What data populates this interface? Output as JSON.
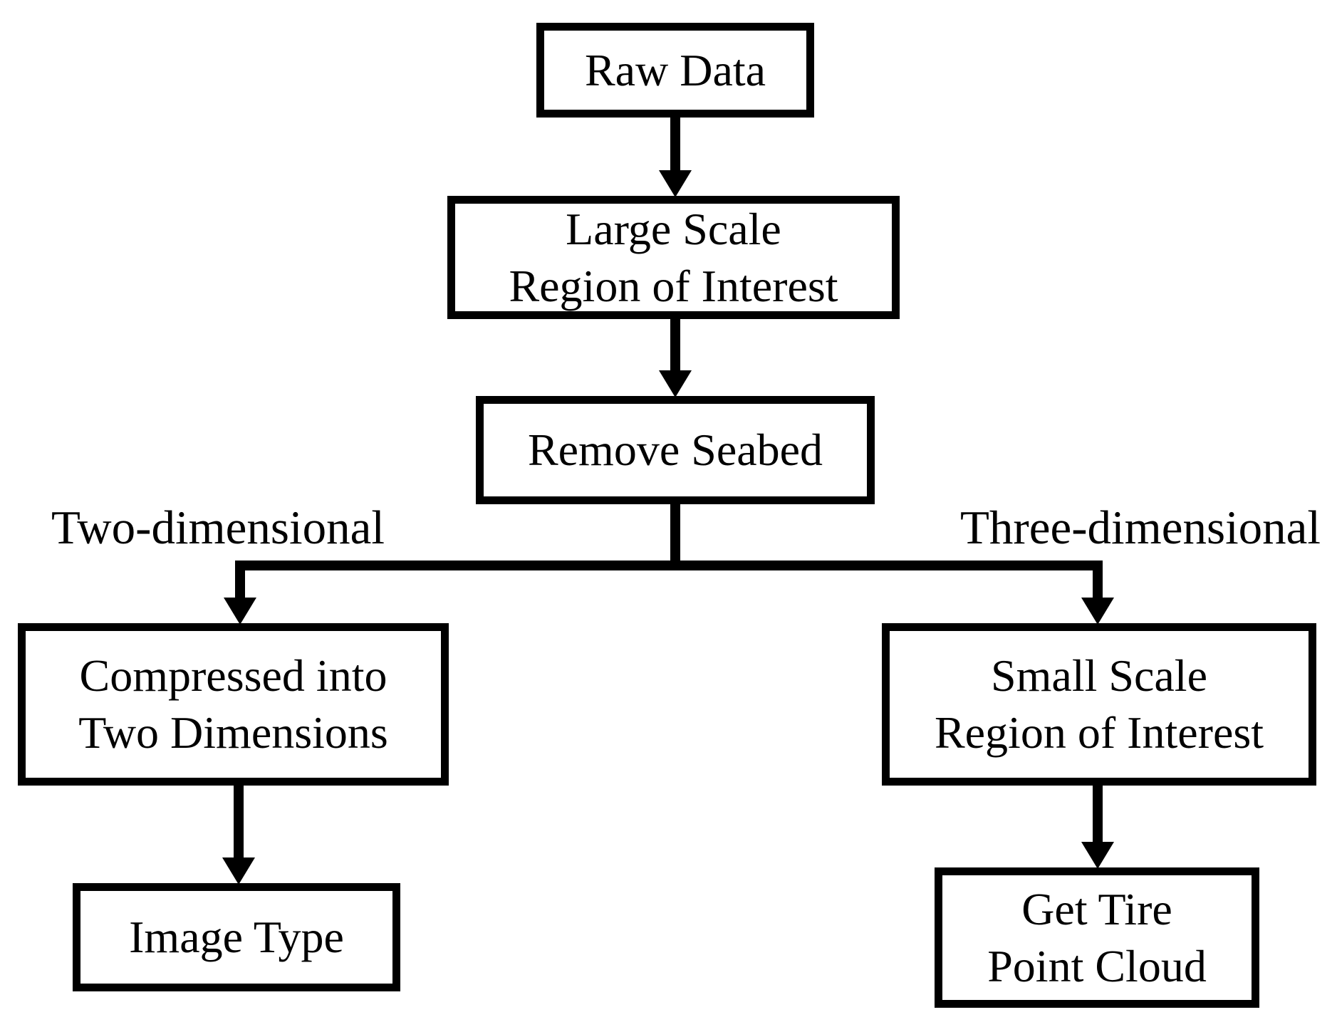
{
  "diagram_type": "flowchart",
  "nodes": {
    "raw_data": {
      "label": "Raw Data"
    },
    "large_scale_roi": {
      "line1": "Large Scale",
      "line2": "Region of Interest"
    },
    "remove_seabed": {
      "label": "Remove Seabed"
    },
    "compressed_2d": {
      "line1": "Compressed into",
      "line2": "Two Dimensions"
    },
    "small_scale_roi": {
      "line1": "Small Scale",
      "line2": "Region of Interest"
    },
    "image_type": {
      "label": "Image Type"
    },
    "get_tire_point_cloud": {
      "line1": "Get Tire",
      "line2": "Point Cloud"
    }
  },
  "branch_labels": {
    "left": "Two-dimensional",
    "right": "Three-dimensional"
  },
  "edges": [
    {
      "from": "raw_data",
      "to": "large_scale_roi"
    },
    {
      "from": "large_scale_roi",
      "to": "remove_seabed"
    },
    {
      "from": "remove_seabed",
      "to": "compressed_2d",
      "branch": "Two-dimensional"
    },
    {
      "from": "remove_seabed",
      "to": "small_scale_roi",
      "branch": "Three-dimensional"
    },
    {
      "from": "compressed_2d",
      "to": "image_type"
    },
    {
      "from": "small_scale_roi",
      "to": "get_tire_point_cloud"
    }
  ],
  "colors": {
    "line": "#000000",
    "text": "#000000",
    "background": "#ffffff",
    "box_fill": "#ffffff"
  }
}
